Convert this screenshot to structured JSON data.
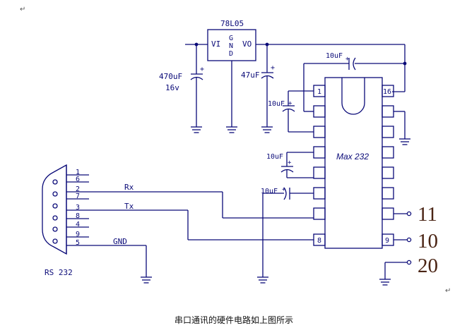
{
  "colors": {
    "wire": "#0a0a78",
    "big_number": "#4a2414",
    "caption": "#111111",
    "background": "#ffffff"
  },
  "regulator": {
    "name": "78L05",
    "vi": "VI",
    "vo": "VO",
    "gnd": [
      "G",
      "N",
      "D"
    ]
  },
  "caps": {
    "c_in_value": "470uF",
    "c_in_voltage": "16v",
    "c_out": "47uF",
    "c_top": "10uF",
    "c_pin1_3": "10uF",
    "c_pin4_5": "10uF",
    "c_pin6": "10uF",
    "plus": "+"
  },
  "chip": {
    "name": "Max 232",
    "pin_labels": {
      "p1": "1",
      "p8": "8",
      "p9": "9",
      "p16": "16"
    }
  },
  "connector": {
    "name": "RS 232",
    "pins": [
      "1",
      "6",
      "2",
      "7",
      "3",
      "8",
      "4",
      "9",
      "5"
    ]
  },
  "signals": {
    "rx": "Rx",
    "tx": "Tx",
    "gnd": "GND"
  },
  "big_pins": [
    "11",
    "10",
    "20"
  ],
  "caption": "串口通讯的硬件电路如上图所示",
  "para_mark": "↵"
}
